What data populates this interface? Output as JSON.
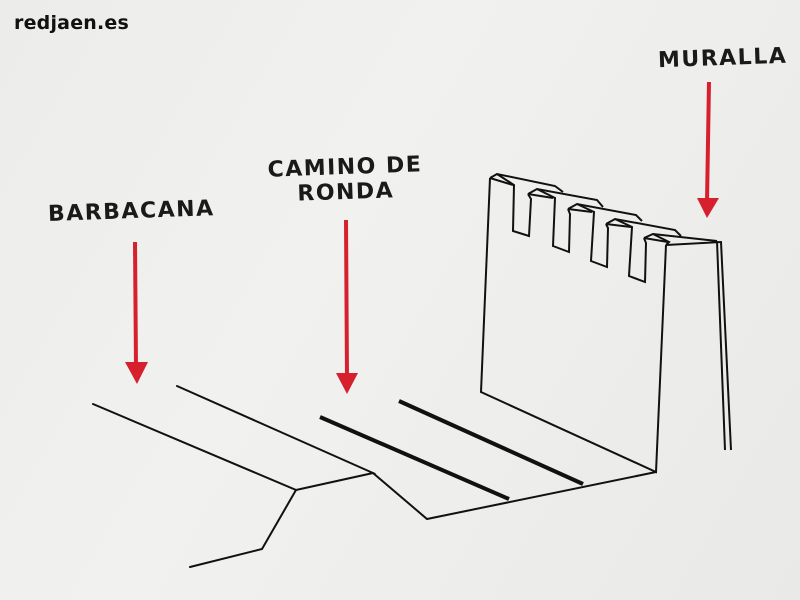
{
  "watermark": "redjaen.es",
  "labels": {
    "barbacana": "BARBACANA",
    "camino_line1": "CAMINO DE",
    "camino_line2": "RONDA",
    "muralla": "MURALLA"
  },
  "colors": {
    "arrow": "#d6202e",
    "line": "#111111",
    "background": "#eeeeec"
  }
}
